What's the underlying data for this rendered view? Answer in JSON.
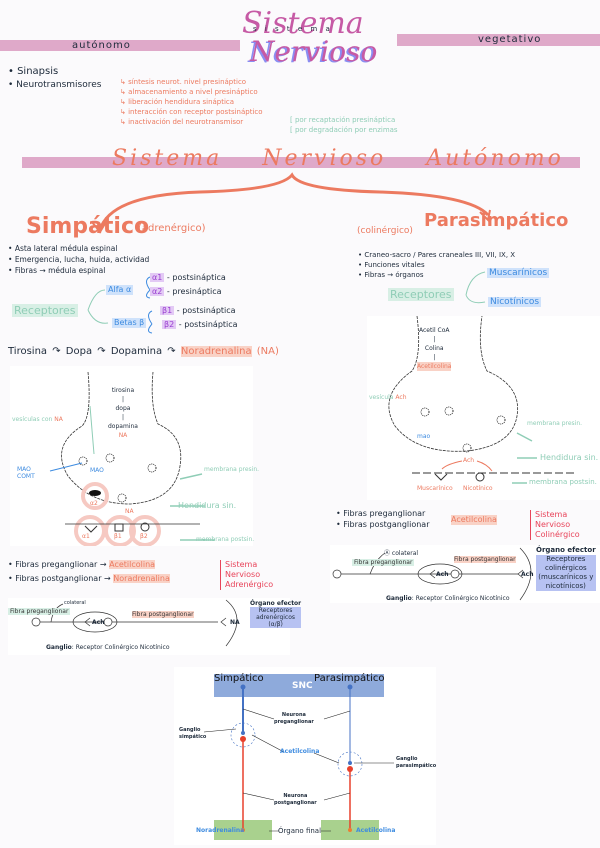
{
  "header": {
    "title_top": "Sistema",
    "title_bottom": "Nervioso",
    "title_small": "s i s t e m a",
    "left_bar": "autónomo",
    "right_bar": "vegetativo"
  },
  "intro": {
    "bullets": [
      "Sinapsis",
      "Neurotransmisores"
    ],
    "steps": [
      "síntesis neurot. nivel presináptico",
      "almacenamiento a nivel presináptico",
      "liberación hendidura sináptica",
      "interacción con receptor postsináptico",
      "inactivación del neurotransmisor"
    ],
    "inactivation": [
      "por recaptación presináptica",
      "por degradación por enzimas"
    ]
  },
  "banner": "Sistema Nervioso Autónomo",
  "simpatico": {
    "title": "Simpático",
    "subtitle": "(adrenérgico)",
    "bullets": [
      "Asta lateral médula espinal",
      "Emergencia, lucha, huida, actividad",
      "Fibras → médula espinal"
    ],
    "receptors_label": "Receptores",
    "alpha_label": "Alfa α",
    "beta_label": "Betas β",
    "receptors": [
      {
        "name": "α1",
        "desc": "postsináptica"
      },
      {
        "name": "α2",
        "desc": "presináptica"
      },
      {
        "name": "β1",
        "desc": "postsináptica"
      },
      {
        "name": "β2",
        "desc": "postsináptica"
      }
    ],
    "chain": [
      "Tirosina",
      "Dopa",
      "Dopamina",
      "Noradrenalina",
      "(NA)"
    ],
    "synapse": {
      "chain": [
        "tirosina",
        "dopa",
        "dopamina",
        "NA"
      ],
      "vesicles": "vesículas con",
      "vesicles_na": "NA",
      "mao_comt": [
        "MAO",
        "COMT"
      ],
      "mao": "MAO",
      "presyn": "membrana presin.",
      "cleft": "Hendidura sin.",
      "postsyn": "membrana postsin.",
      "alpha2": "α2",
      "na": "NA",
      "receptors": [
        "α1",
        "β1",
        "β2"
      ]
    },
    "fibers": [
      "Fibras preganglionar →",
      "Fibras postganglionar →"
    ],
    "fiber_nt": [
      "Acetilcolina",
      "Noradrenalina"
    ],
    "system": [
      "Sistema",
      "Nervioso",
      "Adrenérgico"
    ],
    "ganglion": {
      "pre": "Fibra preganglionar",
      "collateral": "colateral",
      "post": "Fibra postganglionar",
      "ach": "Ach",
      "na": "NA",
      "effector_title": "Órgano efector",
      "effector": [
        "Receptores",
        "adrenérgicos",
        "(α/β)"
      ],
      "caption_bold": "Ganglio",
      "caption": ": Receptor Colinérgico Nicotínico"
    }
  },
  "parasimpatico": {
    "title": "Parasimpático",
    "subtitle": "(colinérgico)",
    "bullets": [
      "Craneo-sacro / Pares craneales III, VII, IX, X",
      "Funciones vitales",
      "Fibras → órganos"
    ],
    "receptors_label": "Receptores",
    "receptors": [
      "Muscarínicos",
      "Nicotínicos"
    ],
    "synapse": {
      "chain": [
        "Acetil CoA",
        "Colina",
        "Acetilcolina"
      ],
      "vesicle": "vesícula",
      "vesicle_ach": "Ach",
      "mao": "mao",
      "presyn": "membrana presin.",
      "cleft": "Hendidura sin.",
      "postsyn": "membrana postsin.",
      "ach": "Ach",
      "receptors": [
        "Muscarínico",
        "Nicotínico"
      ]
    },
    "fibers": [
      "Fibras preganglionar",
      "Fibras postganglionar"
    ],
    "fiber_nt": "Acetilcolina",
    "system": [
      "Sistema",
      "Nervioso",
      "Colinérgico"
    ],
    "ganglion": {
      "collateral": "colateral",
      "pre": "Fibra preganglionar",
      "post": "Fibra postganglionar",
      "ach": "Ach",
      "ach2": "Ach",
      "effector_title": "Órgano efector",
      "effector": [
        "Receptores",
        "colinérgicos",
        "(muscarínicos y",
        "nicotínicos)"
      ],
      "caption_bold": "Ganglio",
      "caption": ": Receptor Colinérgico Nicotínico"
    }
  },
  "bottom_diagram": {
    "left": "Simpático",
    "center": "SNC",
    "right": "Parasimpático",
    "pre_neuron": [
      "Neurona",
      "preganglionar"
    ],
    "symp_ganglion": [
      "Ganglio",
      "simpático"
    ],
    "ach": "Acetilcolina",
    "para_ganglion": [
      "Ganglio",
      "parasimpático"
    ],
    "post_neuron": [
      "Neurona",
      "postganglionar"
    ],
    "left_nt": "Noradrenalina",
    "organ": "Órgano final",
    "right_nt": "Acetilcolina",
    "colors": {
      "snc": "#8eaadb",
      "organ": "#a9d18e",
      "pre": "#4472c4",
      "post": "#e8412c"
    }
  }
}
